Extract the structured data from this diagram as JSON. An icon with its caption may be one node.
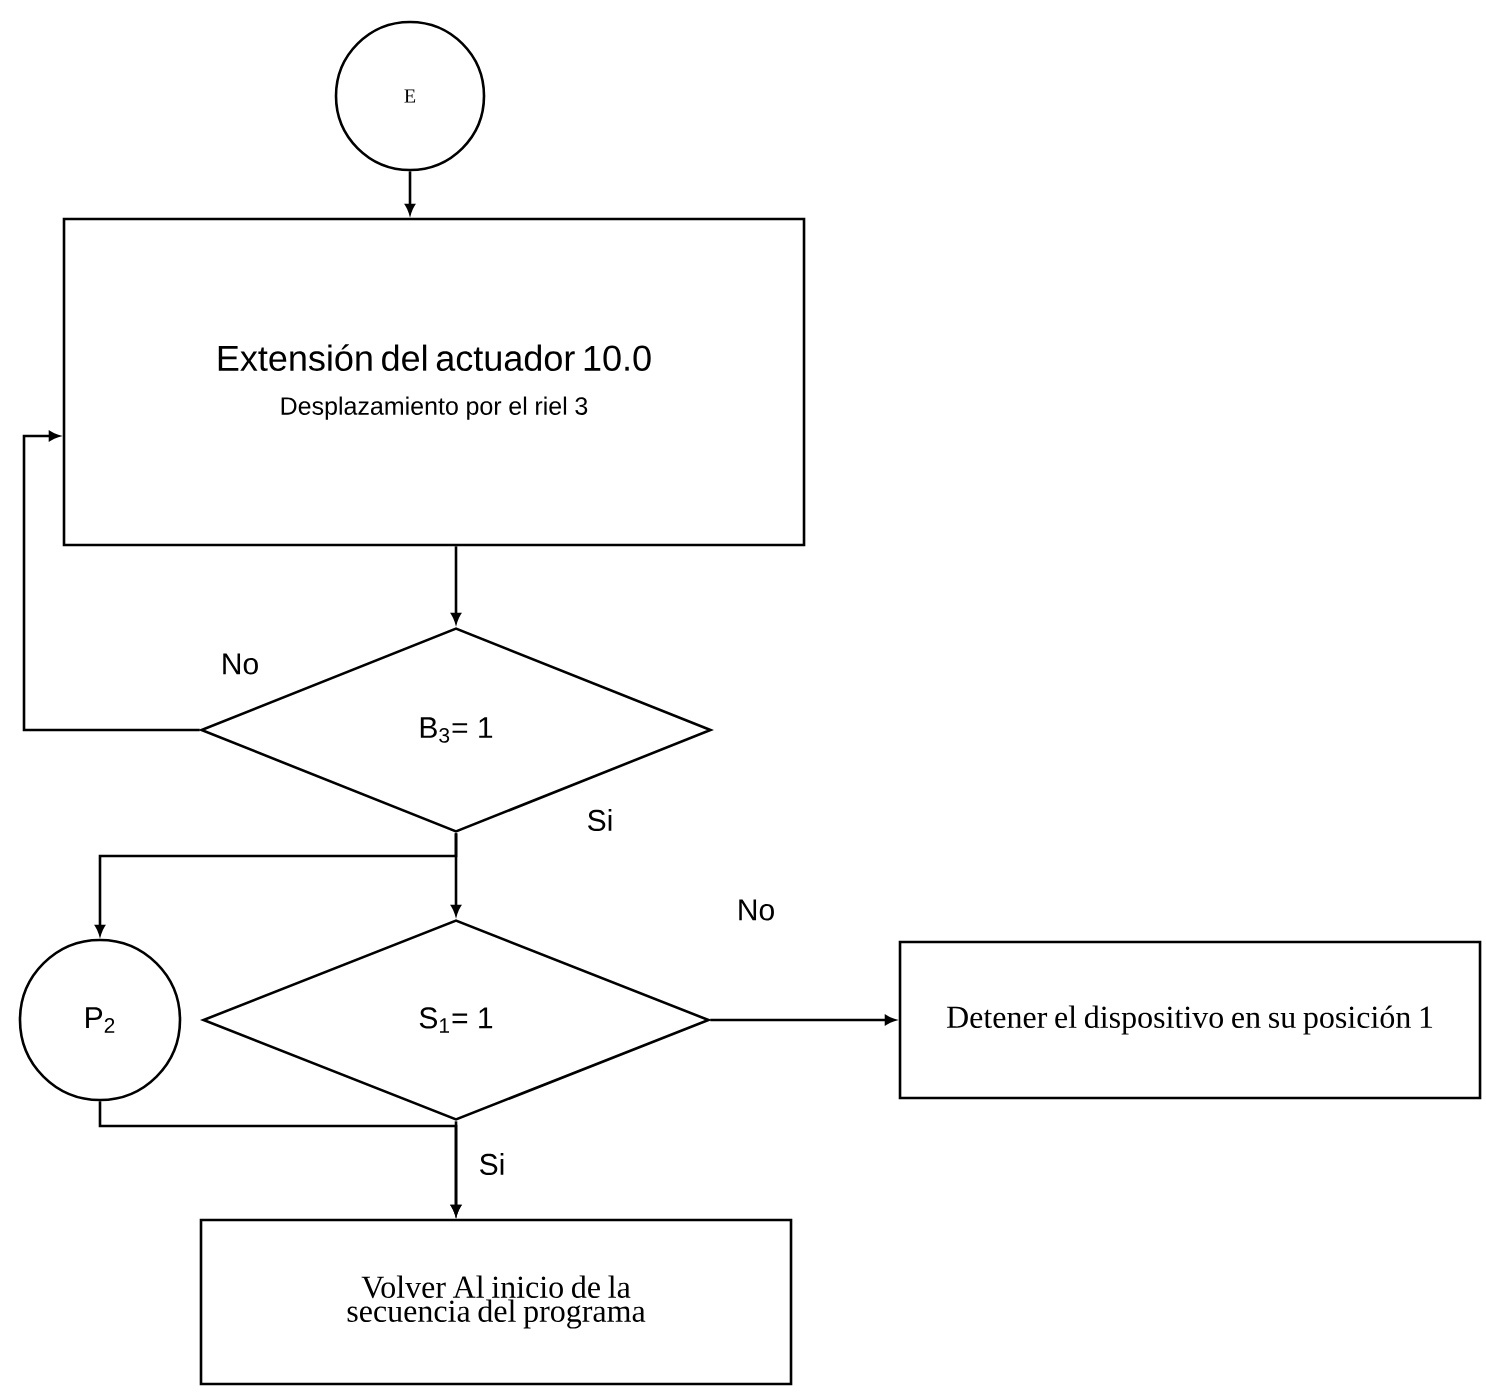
{
  "diagram": {
    "nodes": [
      {
        "text": [
          "E"
        ]
      },
      {
        "text": [
          "Extensión del actuador 10.0",
          "Desplazamiento por el riel 3"
        ]
      },
      {
        "text": [
          "B$_{3}$= 1"
        ]
      },
      {
        "text": [
          "P$_{2}$"
        ]
      },
      {
        "text": [
          "S$_{1}$= 1"
        ]
      },
      {
        "text": [
          "Detener el dispositivo en su posición 1"
        ]
      },
      {
        "text": [
          "Volver Al inicio de la secuencia del programa"
        ]
      }
    ],
    "edges": [
      {
        "from": 0,
        "to": 1,
        "arrow": "to"
      },
      {
        "from": 1,
        "to": 2,
        "arrow": "to"
      },
      {
        "from": 2,
        "to": 1,
        "arrow": "to",
        "label": "No"
      },
      {
        "from": 2,
        "to": 4,
        "arrow": "to",
        "label": "Si"
      },
      {
        "from": 2,
        "to": 3,
        "arrow": "to"
      },
      {
        "from": 4,
        "to": 5,
        "arrow": "to",
        "label": "No"
      },
      {
        "from": 4,
        "to": 6,
        "arrow": "to",
        "label": "Si"
      },
      {
        "from": 3,
        "to": 6,
        "arrow": "to"
      }
    ]
  }
}
